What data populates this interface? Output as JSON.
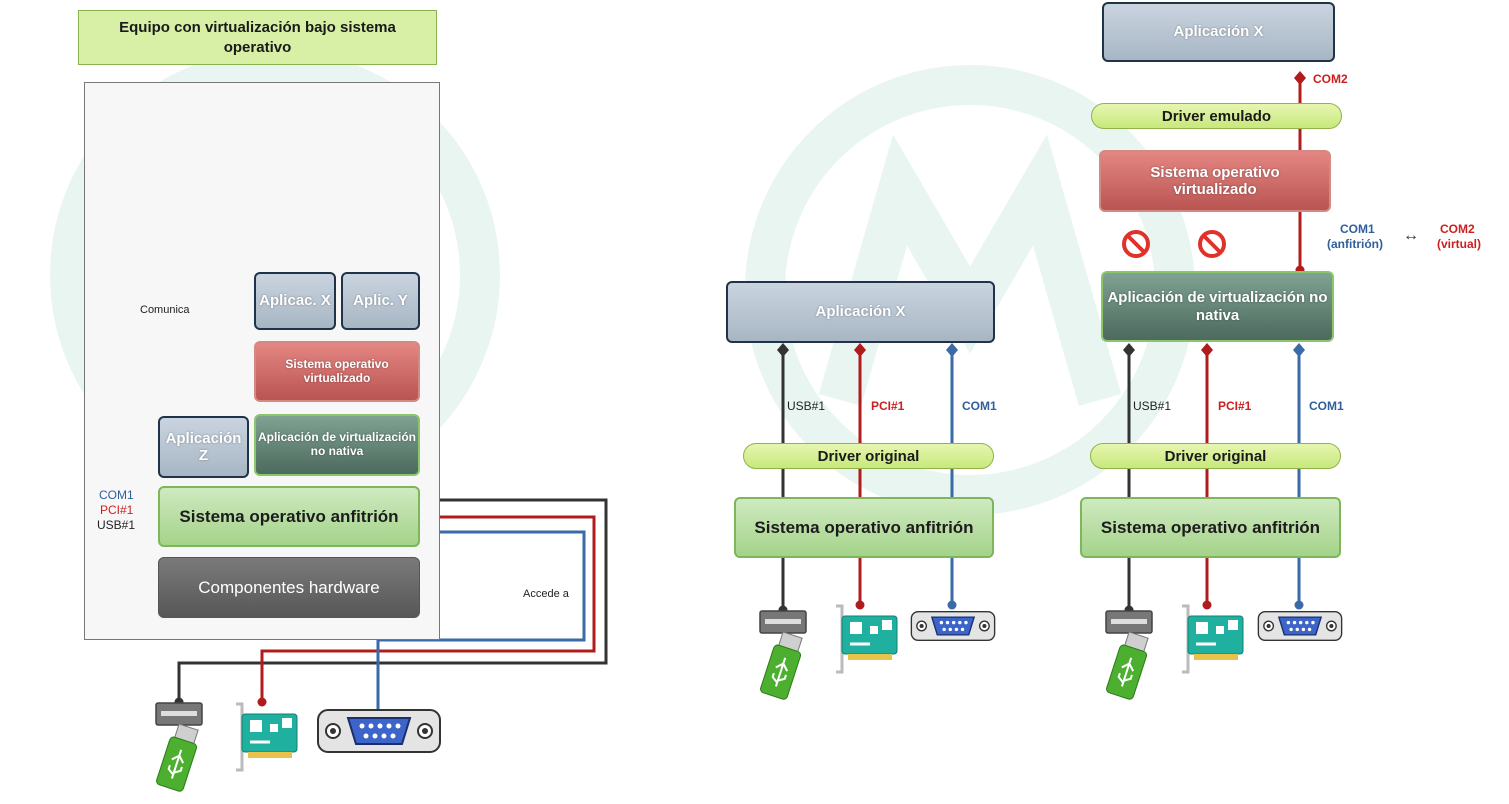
{
  "title": "Equipo con virtualización bajo sistema operativo",
  "left": {
    "apps": [
      "Aplicac. X",
      "Aplic. Y"
    ],
    "app_z": "Aplicación Z",
    "virt_os": "Sistema operativo virtualizado",
    "virt_app": "Aplicación de virtualización no nativa",
    "host_os": "Sistema operativo anfitrión",
    "hardware": "Componentes hardware",
    "communicates": "Comunica",
    "accesses": "Accede a",
    "ports": [
      "COM1",
      "PCI#1",
      "USB#1"
    ]
  },
  "middle": {
    "app": "Aplicación X",
    "ports": [
      "USB#1",
      "PCI#1",
      "COM1"
    ],
    "driver": "Driver original",
    "host_os": "Sistema operativo anfitrión"
  },
  "right": {
    "app": "Aplicación X",
    "com2": "COM2",
    "driver_emulated": "Driver emulado",
    "virt_os": "Sistema operativo virtualizado",
    "virt_app": "Aplicación de virtualización no nativa",
    "ports": [
      "USB#1",
      "PCI#1",
      "COM1"
    ],
    "driver": "Driver original",
    "host_os": "Sistema operativo anfitrión",
    "mapping": {
      "host_port": "COM1",
      "host_note": "(anfitrión)",
      "arrow": "↔",
      "virtual_port": "COM2",
      "virtual_note": "(virtual)"
    }
  },
  "colors": {
    "usb_line": "#333333",
    "pci_line": "#b01c1c",
    "com_line": "#3a6aa8",
    "title_fill": "#d7f0a6",
    "prohibited": "#e0322a"
  },
  "icons": [
    "usb-drive-icon",
    "pci-card-icon",
    "serial-port-icon",
    "prohibited-icon"
  ]
}
